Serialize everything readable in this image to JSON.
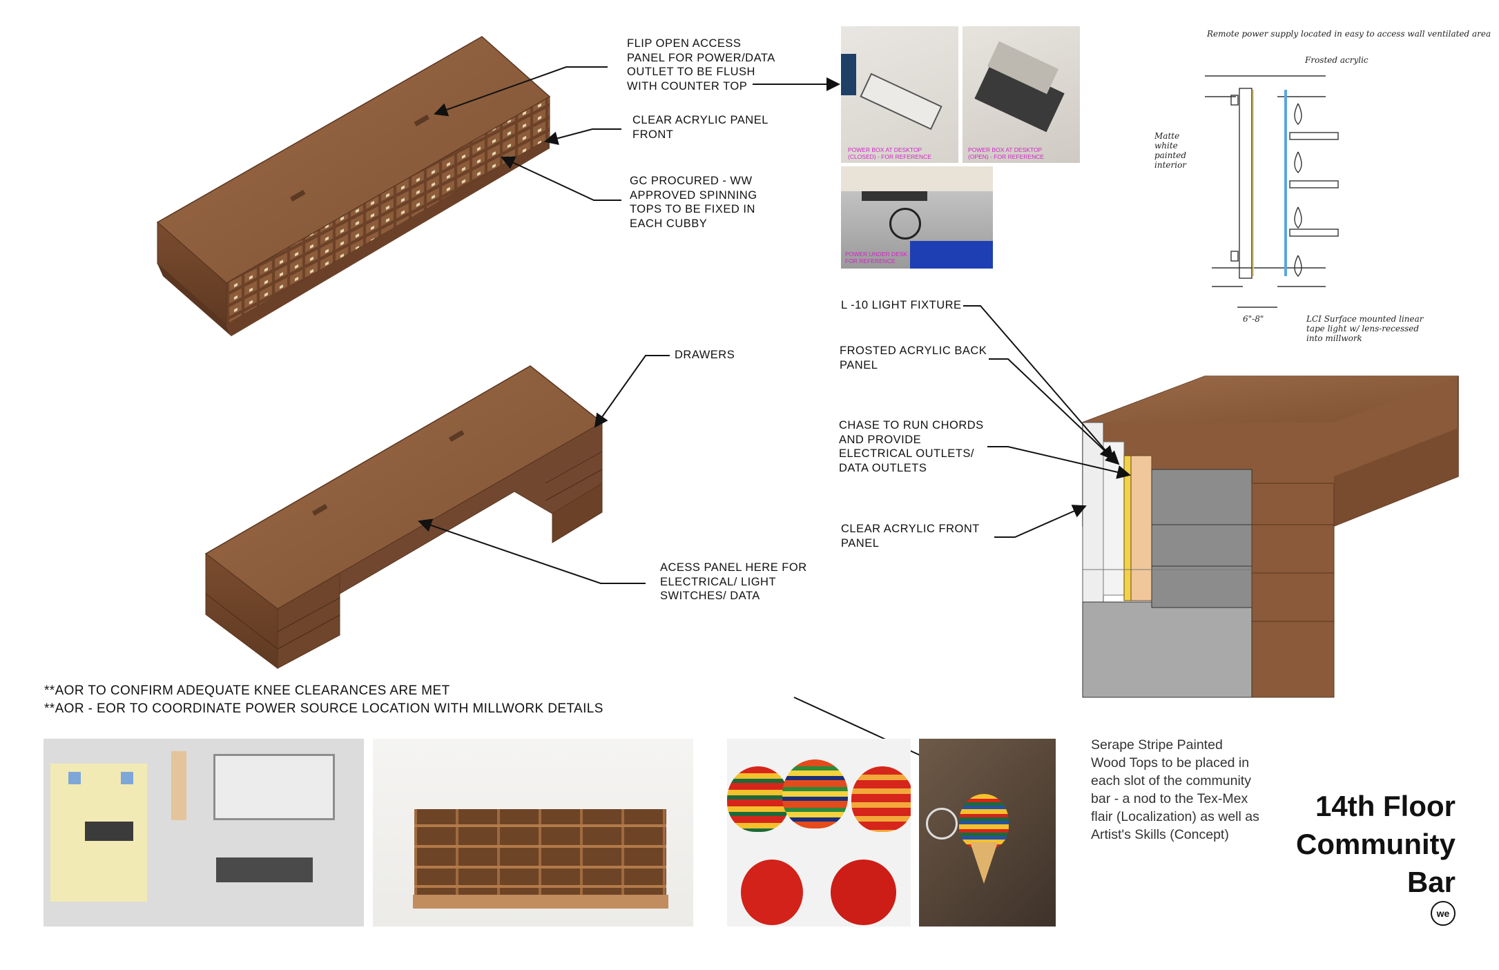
{
  "callouts": {
    "flip_panel": "FLIP OPEN ACCESS\nPANEL FOR POWER/DATA\nOUTLET TO BE FLUSH\nWITH COUNTER TOP",
    "clear_acrylic": "CLEAR ACRYLIC PANEL\nFRONT",
    "gc_procured": "GC PROCURED - WW\nAPPROVED SPINNING\nTOPS TO BE FIXED IN\nEACH CUBBY",
    "drawers": "DRAWERS",
    "access_panel": "ACESS PANEL HERE FOR\nELECTRICAL/ LIGHT\nSWITCHES/ DATA",
    "light_fixture": "L -10 LIGHT FIXTURE",
    "frosted_back": "FROSTED ACRYLIC BACK\nPANEL",
    "chase": "CHASE TO RUN CHORDS\nAND PROVIDE\nELECTRICAL OUTLETS/\nDATA OUTLETS",
    "clear_front": "CLEAR ACRYLIC FRONT\nPANEL"
  },
  "reference_photos": {
    "closed": "POWER BOX AT DESKTOP\n(CLOSED) - FOR REFERENCE",
    "open": "POWER BOX AT DESKTOP\n(OPEN) - FOR REFERENCE",
    "under_desk": "POWER UNDER DESK -\nFOR REFERENCE"
  },
  "sketch_notes": {
    "remote_power": "Remote power supply located in easy to access wall ventilated area",
    "frosted_acrylic": "Frosted acrylic",
    "matte_white": "Matte\nwhite\npainted\ninterior",
    "dimension": "6\"-8\"",
    "lci": "LCI Surface mounted linear\ntape light w/ lens-recessed\ninto millwork"
  },
  "notes": {
    "line1": "**AOR TO CONFIRM ADEQUATE KNEE CLEARANCES ARE MET",
    "line2": "**AOR - EOR TO COORDINATE POWER SOURCE LOCATION WITH MILLWORK DETAILS"
  },
  "description": "Serape Stripe Painted\nWood Tops to be placed in\neach slot of the community\nbar - a nod to the Tex-Mex\nflair (Localization) as well as\nArtist's Skills (Concept)",
  "title": "14th Floor\nCommunity\nBar",
  "logo": "we",
  "colors": {
    "wood": "#8a5a3a",
    "wood_dark": "#6b4128",
    "wood_light": "#a67552",
    "chase_yellow": "#f1d24a",
    "gray_panel": "#8c8c8c",
    "accent_label": "#d126c8"
  }
}
